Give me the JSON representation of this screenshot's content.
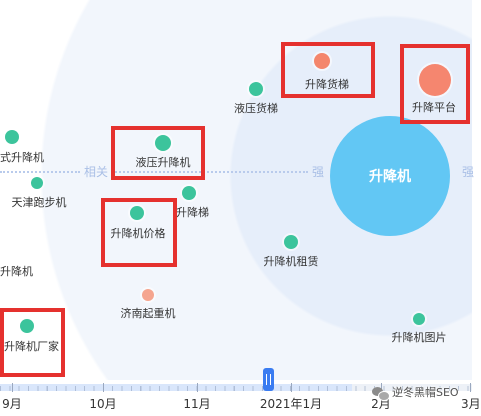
{
  "graph": {
    "relevance_label": "相关",
    "strong_label": "强",
    "strong_label_right": "强",
    "center": {
      "label": "升降机",
      "color": "#62c7f4"
    },
    "nodes": [
      {
        "label": "升降货梯",
        "color": "#f4866c",
        "highlighted": true
      },
      {
        "label": "升降平台",
        "color": "#f5866f",
        "highlighted": true
      },
      {
        "label": "液压货梯",
        "color": "#3cc49c",
        "highlighted": false
      },
      {
        "label": "式升降机",
        "color": "#3cc49c",
        "highlighted": false
      },
      {
        "label": "液压升降机",
        "color": "#3cc49c",
        "highlighted": true
      },
      {
        "label": "天津跑步机",
        "color": "#3cc49c",
        "highlighted": false
      },
      {
        "label": "升降梯",
        "color": "#3cc49c",
        "highlighted": false
      },
      {
        "label": "升降机价格",
        "color": "#3cc49c",
        "highlighted": true
      },
      {
        "label": "升降机租赁",
        "color": "#3cc49c",
        "highlighted": false
      },
      {
        "label": "升降机",
        "highlighted": false
      },
      {
        "label": "济南起重机",
        "color": "#f5a58f",
        "highlighted": false
      },
      {
        "label": "升降机厂家",
        "color": "#3cc49c",
        "highlighted": true
      },
      {
        "label": "升降机图片",
        "color": "#3cc49c",
        "highlighted": false
      }
    ]
  },
  "timeline": {
    "months": [
      "9月",
      "10月",
      "11月",
      "2021年1月",
      "2月",
      "3月"
    ]
  },
  "watermark": {
    "text": "逆冬黑帽SEO",
    "icon": "wechat-icon"
  },
  "colors": {
    "highlight_box": "#e5312e",
    "slider_handle": "#3a7cf1"
  }
}
